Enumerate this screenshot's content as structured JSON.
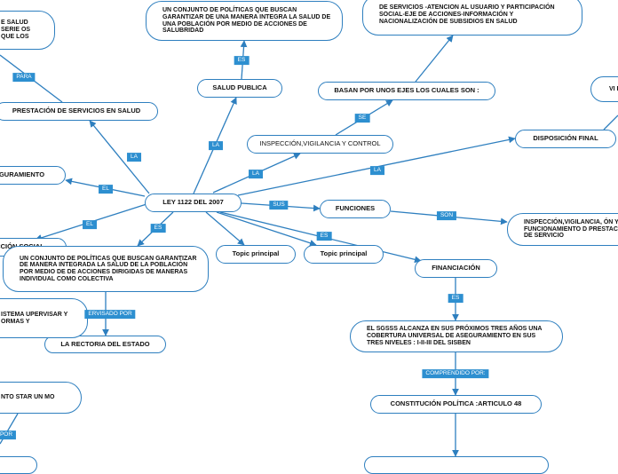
{
  "nodes": {
    "center": "LEY 1122 DEL 2007",
    "salud_publica": "SALUD PUBLICA",
    "salud_publica_def": "UN CONJUNTO DE POLÍTICAS QUE BUSCAN GARANTIZAR DE UNA MANERA INTEGRA LA SALUD DE UNA POBLACIÓN POR MEDIO DE ACCIONES DE SALUBRIDAD",
    "inspeccion": "INSPECCIÓN,VIGILANCIA Y CONTROL",
    "ejes": "BASAN POR UNOS EJES LOS CUALES SON :",
    "ejes_def": "DE SERVICIOS -ATENCION AL USUARIO Y PARTICIPACIÓN SOCIAL-EJE DE ACCIONES-INFORMACIÓN Y NACIONALIZACIÓN DE SUBSIDIOS EN SALUD",
    "disposicion": "DISPOSICIÓN FINAL",
    "disposicion_def": "VI PR",
    "funciones": "FUNCIONES",
    "funciones_def": "INSPECCIÓN,VIGILANCIA, ÓN Y FUNCIONAMIENTO D PRESTACIÓN DE SERVICIO",
    "financiacion": "FINANCIACIÓN",
    "sgsss": "EL SGSSS ALCANZA EN SUS PRÓXIMOS TRES AÑOS UNA COBERTURA UNIVERSAL DE ASEGURAMIENTO EN SUS TRES NIVELES : I-II-III DEL SISBEN",
    "constitucion": "CONSTITUCIÓN POLÍTICA :ARTICULO 48",
    "topic1": "Topic principal",
    "topic2": "Topic principal",
    "prestacion": "PRESTACIÓN DE SERVICIOS EN SALUD",
    "prestacion_def": "E SALUD SERIE OS QUE LOS",
    "aseguramiento": "EGURAMIENTO",
    "proteccion": "CCIÓN SOCIAL",
    "politicas_def": "UN CONJUNTO DE POLÍTICAS QUE BUSCAN GARANTIZAR DE MANERA INTEGRADA LA SALUD DE LA POBLACIÓN POR MEDIO DE DE ACCIONES DIRIGIDAS DE MANERAS INDIVIDUAL COMO COLECTIVA",
    "rectoria": "LA RECTORIA DEL ESTADO",
    "sistema_def": "ISTEMA UPERVISAR Y ORMAS Y",
    "conjunto_def": "NTO STAR UN MO",
    "bottom_left": "",
    "bottom_center": ""
  },
  "edge_labels": {
    "es_salud": "ES",
    "la_salud": "LA",
    "se": "SE",
    "la_insp": "LA",
    "la_disp": "LA",
    "sus": "SUS",
    "son": "SON",
    "es_fin": "ES",
    "es_sgsss": "ES",
    "comprendido": "COMPRENDIDO POR:",
    "la_prest": "LA",
    "para": "PARA",
    "el_aseg": "EL",
    "el_prot": "EL",
    "es_prot": "ES",
    "supervisado": "ERVISADO POR",
    "por": "POR"
  },
  "colors": {
    "line": "#2e7fbf",
    "label_bg": "#2d8fd0",
    "node_border": "#2e7fbf"
  }
}
